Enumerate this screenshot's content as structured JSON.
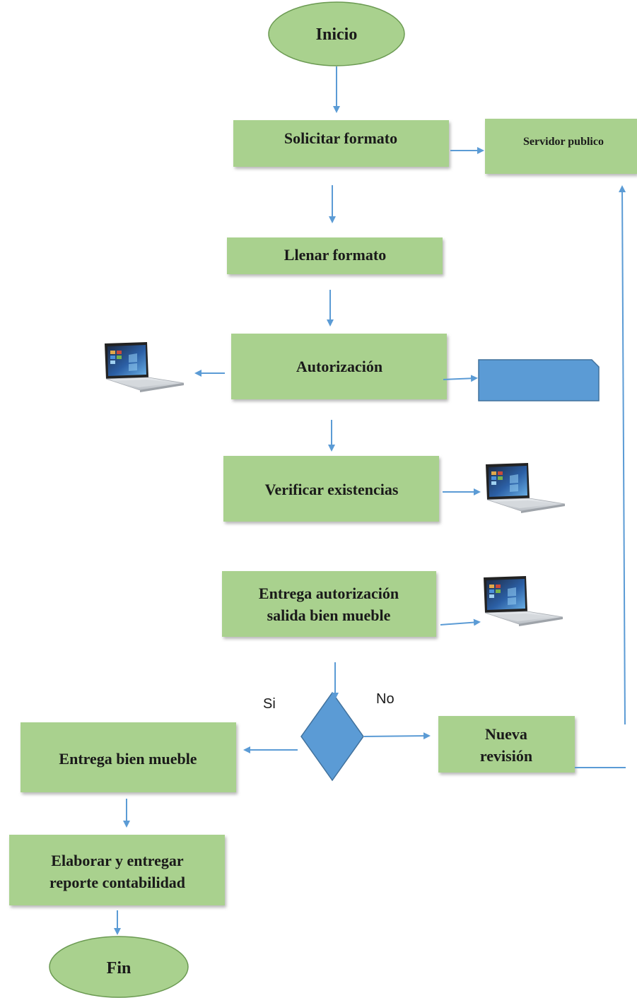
{
  "colors": {
    "process_fill": "#a9d18e",
    "terminal_fill": "#a9d18e",
    "terminal_stroke": "#6b9a52",
    "blue_fill": "#5b9bd5",
    "blue_stroke": "#41719c",
    "arrow": "#5b9bd5",
    "shadow": "#b3b3b3"
  },
  "nodes": {
    "inicio": "Inicio",
    "solicitar": "Solicitar formato",
    "servidor": "Servidor publico",
    "llenar": "Llenar formato",
    "autorizacion": "Autorización",
    "verificar": "Verificar existencias",
    "entrega_autorizacion_1": "Entrega autorización",
    "entrega_autorizacion_2": "salida bien mueble",
    "nueva_revision_1": "Nueva",
    "nueva_revision_2": "revisión",
    "entrega_bien": "Entrega bien mueble",
    "elaborar_1": "Elaborar y entregar",
    "elaborar_2": "reporte contabilidad",
    "fin": "Fin"
  },
  "labels": {
    "si": "Si",
    "no": "No"
  },
  "icons": {
    "document": "document-icon",
    "decision": "decision-diamond",
    "laptop": "laptop-icon"
  }
}
